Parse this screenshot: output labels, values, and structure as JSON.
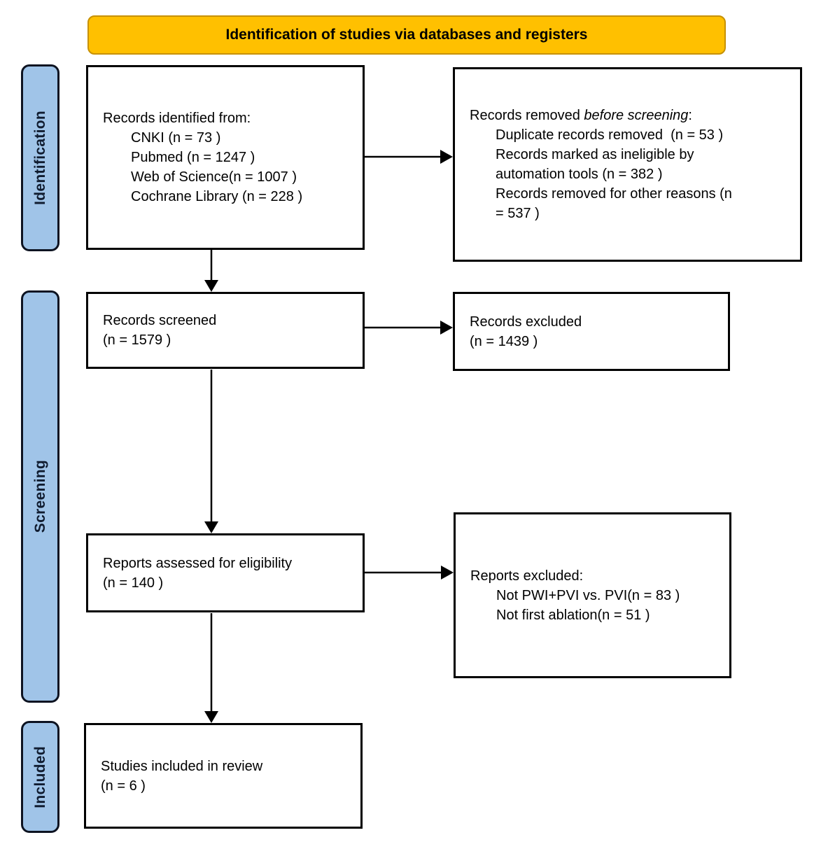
{
  "header": {
    "title": "Identification of studies via databases and registers"
  },
  "stages": [
    {
      "label": "Identification"
    },
    {
      "label": "Screening"
    },
    {
      "label": "Included"
    }
  ],
  "boxes": {
    "records_identified": {
      "title": "Records identified from:",
      "items": [
        "CNKI (n = 73 )",
        "Pubmed (n = 1247 )",
        "Web of Science(n = 1007 )",
        "Cochrane Library (n = 228 )"
      ]
    },
    "records_removed": {
      "title_prefix": "Records removed ",
      "title_italic": "before screening",
      "title_suffix": ":",
      "items": [
        "Duplicate records removed  (n = 53 )",
        "Records marked as ineligible by automation tools (n = 382 )",
        "Records removed for other reasons (n = 537 )"
      ]
    },
    "records_screened": {
      "line1": "Records screened",
      "line2": "(n = 1579 )"
    },
    "records_excluded": {
      "line1": "Records excluded",
      "line2": "(n = 1439 )"
    },
    "reports_assessed": {
      "line1": "Reports assessed for eligibility",
      "line2": "(n = 140 )"
    },
    "reports_excluded": {
      "title": "Reports excluded:",
      "items": [
        "Not PWI+PVI vs. PVI(n = 83 )",
        "Not first ablation(n = 51 )"
      ]
    },
    "studies_included": {
      "line1": "Studies included in review",
      "line2": "(n = 6 )"
    }
  },
  "colors": {
    "banner_fill": "#FFC000",
    "banner_border": "#C79100",
    "stage_fill": "#A0C4E8",
    "stage_border": "#0D1321",
    "box_border": "#000000",
    "arrow": "#000000",
    "text": "#000000"
  }
}
